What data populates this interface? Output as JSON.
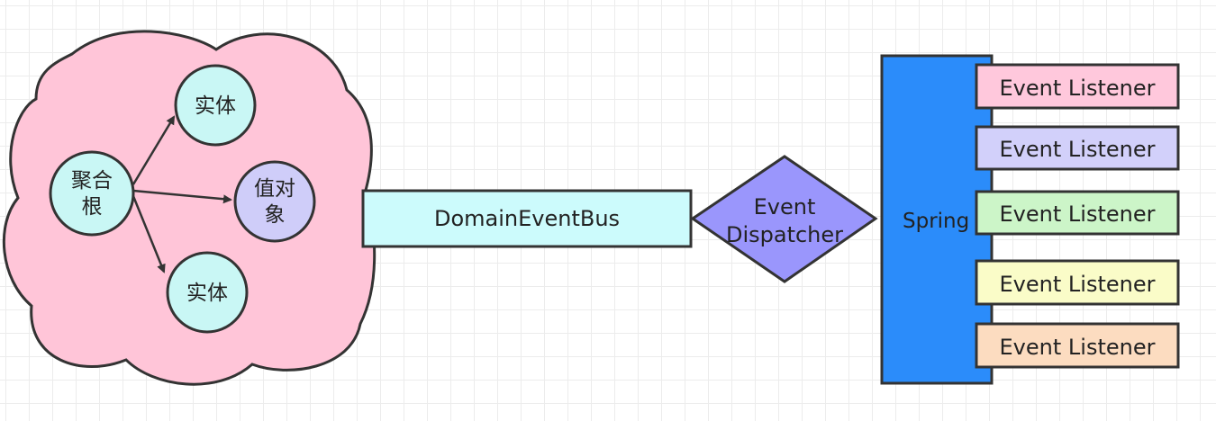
{
  "aggregate": {
    "root_line1": "聚合",
    "root_line2": "根",
    "entity_top": "实体",
    "value_object_line1": "值对",
    "value_object_line2": "象",
    "entity_bottom": "实体"
  },
  "bus": {
    "label": "DomainEventBus"
  },
  "dispatcher": {
    "line1": "Event",
    "line2": "Dispatcher"
  },
  "spring": {
    "label": "Spring"
  },
  "listeners": [
    {
      "label": "Event Listener",
      "color": "#ffc8dc"
    },
    {
      "label": "Event Listener",
      "color": "#d2d0fa"
    },
    {
      "label": "Event Listener",
      "color": "#ccf5c8"
    },
    {
      "label": "Event Listener",
      "color": "#fafcc8"
    },
    {
      "label": "Event Listener",
      "color": "#fcdcc0"
    }
  ],
  "colors": {
    "cloud": "#ffc5d8",
    "node_cyan": "#c9f7f5",
    "node_purple": "#cfcdf9",
    "bus": "#ccfbfc",
    "dispatcher": "#9a96fc",
    "spring": "#2b8cfa",
    "stroke": "#333333"
  }
}
